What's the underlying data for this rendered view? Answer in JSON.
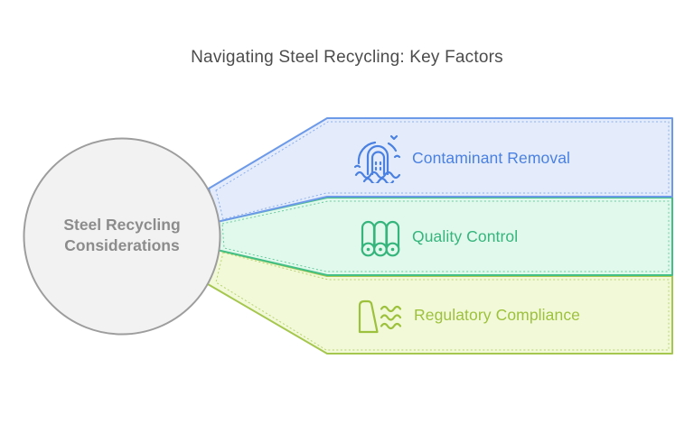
{
  "title": "Navigating Steel Recycling: Key Factors",
  "center": {
    "label_line1": "Steel Recycling",
    "label_line2": "Considerations",
    "colors": {
      "fill": "#f2f2f2",
      "border": "#9d9d9d",
      "text": "#8c8c8c"
    }
  },
  "branches": [
    {
      "label": "Contaminant Removal",
      "icon": "water-outfall-icon",
      "colors": {
        "fill": "#e4ecfb",
        "border": "#6d9ae8",
        "text": "#4a80e1"
      }
    },
    {
      "label": "Quality Control",
      "icon": "steel-rolls-icon",
      "colors": {
        "fill": "#e1f8ec",
        "border": "#42bf85",
        "text": "#35b57c"
      }
    },
    {
      "label": "Regulatory Compliance",
      "icon": "dam-waves-icon",
      "colors": {
        "fill": "#f2f9d8",
        "border": "#a5c74f",
        "text": "#9dc13c"
      }
    }
  ],
  "page": {
    "background": "#ffffff",
    "title_color": "#4c4c4c"
  }
}
